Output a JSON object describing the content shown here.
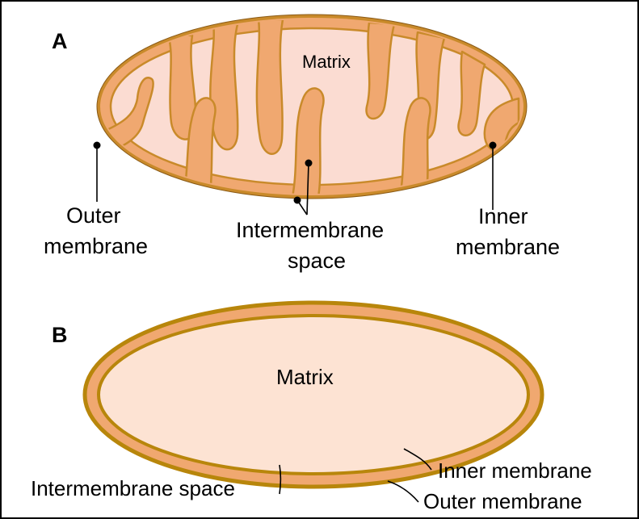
{
  "panel_a": {
    "letter": "A",
    "matrix": "Matrix",
    "outer_membrane": [
      "Outer",
      "membrane"
    ],
    "intermembrane_space": [
      "Intermembrane",
      "space"
    ],
    "inner_membrane": [
      "Inner",
      "membrane"
    ]
  },
  "panel_b": {
    "letter": "B",
    "matrix": "Matrix",
    "inner_membrane": "Inner membrane",
    "outer_membrane": "Outer membrane",
    "intermembrane_space": "Intermembrane space"
  },
  "colors": {
    "membrane_dark": "#c98a2a",
    "intermembrane": "#f0a870",
    "matrix_fill": "#fbdcd2",
    "matrix_fill_b": "#fde3d3",
    "outline_b": "#b8860b"
  }
}
